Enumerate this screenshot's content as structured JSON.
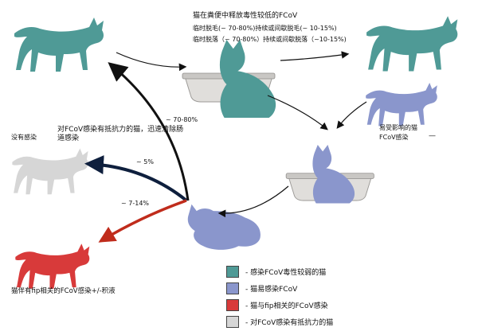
{
  "colors": {
    "shedder": "#4f9a96",
    "susceptible": "#8a96cc",
    "fip": "#d83a3a",
    "resistant": "#d6d6d6",
    "arrow_black": "#111111",
    "arrow_navy": "#0e1f3d",
    "arrow_red": "#c02c1c"
  },
  "labels": {
    "shed_title": "猫在粪便中释放毒性较低的FCoV",
    "shed_line1": "临时脱毛(~ 70-80%)持续或间歇脱毛(~ 10-15%)",
    "shed_line2": "临时脱落（~ 70-80%）持续或间歇脱落（~10-15%)",
    "no_infection": "没有感染",
    "resistant_desc": "对FCoV感染有抵抗力的猫，迅速清除肠道感染",
    "susceptible_desc_1": "易受影响的猫",
    "susceptible_desc_2": "FCoV感染",
    "fip_desc": "猫伴有fip相关的FCoV感染+/-积液",
    "pct_70_80": "~ 70-80%",
    "pct_5": "~ 5%",
    "pct_7_14": "~ 7-14%",
    "dash_mark": "—"
  },
  "legend": [
    {
      "text": "- 感染FCoV毒性较弱的猫",
      "color": "#4f9a96"
    },
    {
      "text": "- 猫易感染FCoV",
      "color": "#8a96cc"
    },
    {
      "text": "- 猫与fip相关的FCoV感染",
      "color": "#d83a3a"
    },
    {
      "text": "- 对FCoV感染有抵抗力的猫",
      "color": "#d6d6d6"
    }
  ],
  "icons": {
    "cat_teal_left": "walking-cat-icon",
    "cat_teal_litter": "cat-in-litter-box-icon",
    "cat_teal_right": "walking-cat-icon",
    "cat_blue_right": "walking-cat-icon",
    "cat_blue_litter": "cat-in-litter-box-icon",
    "cat_blue_lying": "lying-cat-icon",
    "cat_grey": "walking-cat-icon",
    "cat_red": "walking-cat-icon"
  }
}
